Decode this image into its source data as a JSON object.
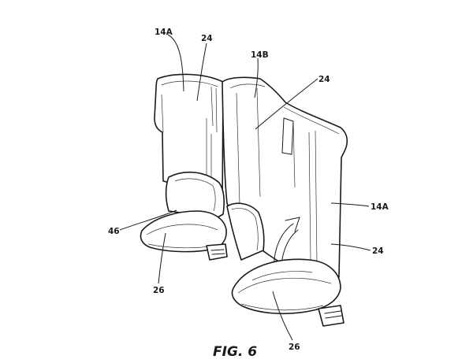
{
  "caption": "FIG. 6",
  "labels": {
    "l14a_top": "14A",
    "l24_top_left": "24",
    "l14b": "14B",
    "l24_top_right": "24",
    "l14a_right": "14A",
    "l24_right": "24",
    "l46": "46",
    "l26_left": "26",
    "l26_bottom": "26"
  }
}
